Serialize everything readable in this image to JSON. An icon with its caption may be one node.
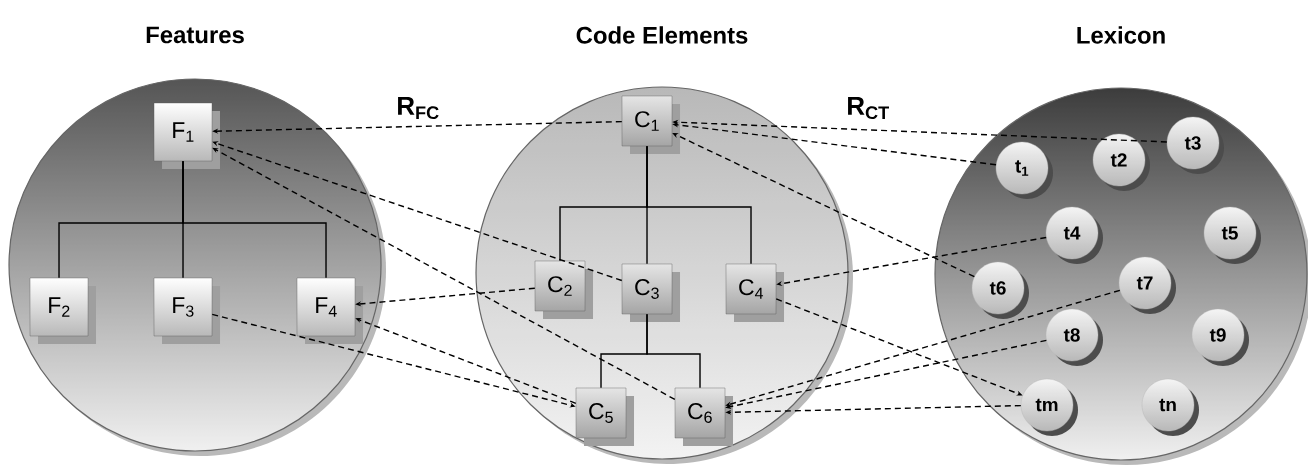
{
  "diagram": {
    "nodes": [
      {
        "text": [
          "Features"
        ]
      },
      {
        "text": [
          "F$_{1}$"
        ],
        "in": 0
      },
      {
        "text": [
          "F$_{2}$"
        ],
        "in": 0
      },
      {
        "text": [
          "F$_{3}$"
        ],
        "in": 0
      },
      {
        "text": [
          "F$_{4}$"
        ],
        "in": 0
      },
      {
        "text": [
          "Code Elements"
        ]
      },
      {
        "text": [
          "C$_{1}$"
        ],
        "in": 5
      },
      {
        "text": [
          "C$_{2}$"
        ],
        "in": 5
      },
      {
        "text": [
          "C$_{3}$"
        ],
        "in": 5
      },
      {
        "text": [
          "C$_{4}$"
        ],
        "in": 5
      },
      {
        "text": [
          "C$_{5}$"
        ],
        "in": 5
      },
      {
        "text": [
          "C$_{6}$"
        ],
        "in": 5
      },
      {
        "text": [
          "Lexicon"
        ]
      },
      {
        "text": [
          "t$_{1}$"
        ],
        "in": 12
      },
      {
        "text": [
          "t2"
        ],
        "in": 12
      },
      {
        "text": [
          "t3"
        ],
        "in": 12
      },
      {
        "text": [
          "t4"
        ],
        "in": 12
      },
      {
        "text": [
          "t5"
        ],
        "in": 12
      },
      {
        "text": [
          "t6"
        ],
        "in": 12
      },
      {
        "text": [
          "t7"
        ],
        "in": 12
      },
      {
        "text": [
          "t8"
        ],
        "in": 12
      },
      {
        "text": [
          "t9"
        ],
        "in": 12
      },
      {
        "text": [
          "tm"
        ],
        "in": 12
      },
      {
        "text": [
          "tn"
        ],
        "in": 12
      }
    ],
    "edges": [
      {
        "from": 1,
        "to": 2,
        "arrow": "none"
      },
      {
        "from": 1,
        "to": 3,
        "arrow": "none"
      },
      {
        "from": 1,
        "to": 4,
        "arrow": "none"
      },
      {
        "from": 6,
        "to": 7,
        "arrow": "none"
      },
      {
        "from": 6,
        "to": 8,
        "arrow": "none"
      },
      {
        "from": 6,
        "to": 9,
        "arrow": "none"
      },
      {
        "from": 8,
        "to": 10,
        "arrow": "none"
      },
      {
        "from": 8,
        "to": 11,
        "arrow": "none"
      },
      {
        "from": 6,
        "to": 1,
        "arrow": "to",
        "style": "dashed"
      },
      {
        "from": 8,
        "to": 1,
        "arrow": "to",
        "style": "dashed"
      },
      {
        "from": 11,
        "to": 1,
        "arrow": "to",
        "style": "dashed"
      },
      {
        "from": 7,
        "to": 4,
        "arrow": "to",
        "style": "dashed"
      },
      {
        "from": 10,
        "to": 4,
        "arrow": "to",
        "style": "dashed"
      },
      {
        "from": 3,
        "to": 10,
        "arrow": "to",
        "style": "dashed"
      },
      {
        "from": 13,
        "to": 6,
        "arrow": "to",
        "style": "dashed"
      },
      {
        "from": 15,
        "to": 6,
        "arrow": "to",
        "style": "dashed"
      },
      {
        "from": 18,
        "to": 6,
        "arrow": "to",
        "style": "dashed"
      },
      {
        "from": 16,
        "to": 9,
        "arrow": "to",
        "style": "dashed"
      },
      {
        "from": 9,
        "to": 22,
        "arrow": "to",
        "style": "dashed"
      },
      {
        "from": 19,
        "to": 11,
        "arrow": "to",
        "style": "dashed"
      },
      {
        "from": 20,
        "to": 11,
        "arrow": "to",
        "style": "dashed"
      },
      {
        "from": 22,
        "to": 11,
        "arrow": "to",
        "style": "dashed"
      }
    ],
    "labels": [
      "R$_{FC}$",
      "R$_{CT}$"
    ]
  }
}
